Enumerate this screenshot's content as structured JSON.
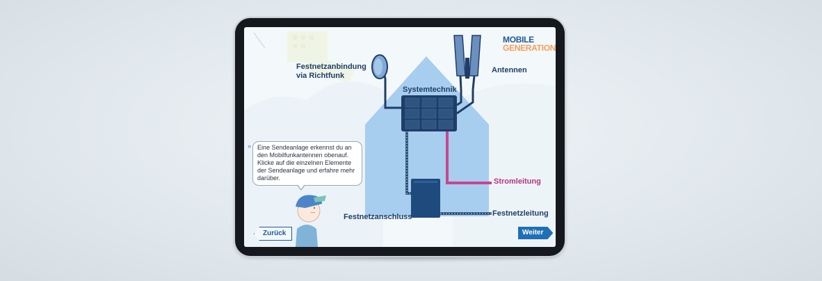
{
  "brand": {
    "line1": "MOBILE",
    "line2": "GENERATION"
  },
  "labels": {
    "festnetz_richtfunk": "Festnetzanbindung\nvia Richtfunk",
    "antennen": "Antennen",
    "systemtechnik": "Systemtechnik",
    "stromleitung": "Stromleitung",
    "festnetzleitung": "Festnetzleitung",
    "festnetzanschluss": "Festnetzanschluss"
  },
  "intro_text": "Eine Sendeanlage erkennst du an den Mobilfunkantennen obenauf. Klicke auf die einzelnen Elemente der Sendeanlage und erfahre mehr darüber.",
  "nav": {
    "back_label": "Zurück",
    "next_label": "Weiter",
    "side_chevron": "»"
  },
  "colors": {
    "navy": "#1f3e67",
    "house": "#a7cdef",
    "power_line": "#c9468f",
    "next_button": "#1f6fb6",
    "brand_orange": "#f0a05a"
  }
}
